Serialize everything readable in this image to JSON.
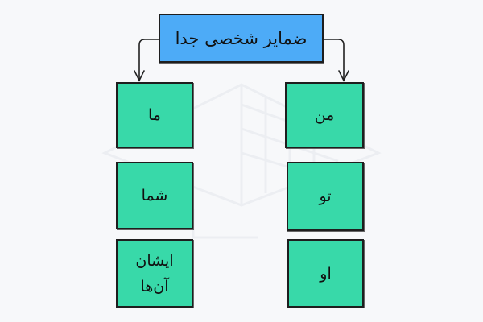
{
  "diagram": {
    "root": {
      "label": "ضمایر شخصی جدا",
      "color": "#4dabf7"
    },
    "leaf_color": "#38d9a9",
    "right_column": [
      {
        "label": "من"
      },
      {
        "label": "تو"
      },
      {
        "label": "او"
      }
    ],
    "left_column": [
      {
        "label": "ما"
      },
      {
        "label": "شما"
      },
      {
        "label": "ایشان آن‌ها"
      }
    ]
  }
}
